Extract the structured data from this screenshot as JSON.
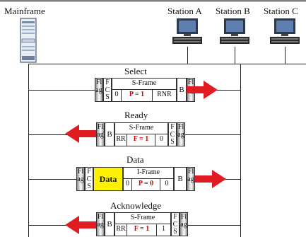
{
  "nodes": {
    "mainframe": "Mainframe",
    "station_a": "Station A",
    "station_b": "Station B",
    "station_c": "Station C"
  },
  "flag_letters": "Flag",
  "fcs_letters": "FCS",
  "exchanges": [
    {
      "label": "Select",
      "direction": "right",
      "address": "B",
      "frame_type": "S-Frame",
      "control": [
        "0",
        "P = 1",
        "RNR"
      ]
    },
    {
      "label": "Ready",
      "direction": "left",
      "address": "B",
      "frame_type": "S-Frame",
      "control": [
        "RR",
        "F = 1",
        "0"
      ]
    },
    {
      "label": "Data",
      "direction": "right",
      "address": "B",
      "frame_type": "I-Frame",
      "data": "Data",
      "control": [
        "0",
        "P = 0",
        "0"
      ]
    },
    {
      "label": "Acknowledge",
      "direction": "left",
      "address": "B",
      "frame_type": "S-Frame",
      "control": [
        "RR",
        "F = 1",
        "1"
      ]
    }
  ],
  "colors": {
    "arrow": "#e11b22",
    "data_field": "#fff200",
    "highlight_text": "#d10000"
  }
}
